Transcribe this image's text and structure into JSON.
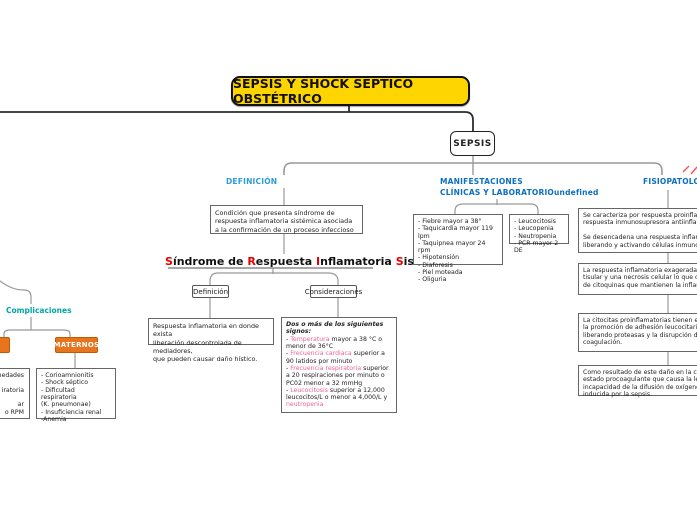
{
  "colors": {
    "root_fill": "#FFD500",
    "branch_blue": "#0B6FC2",
    "branch_blue_light": "#2E9AD6",
    "teal": "#00A6A6",
    "orange": "#E8741E",
    "pink": "#EE6590",
    "red": "#E60000"
  },
  "title": "SEPSIS Y SHOCK SÉPTICO OBSTÉTRICO",
  "root_child": "SEPSIS",
  "definicion": {
    "label": "DEFINICIÓN",
    "intro_lines": [
      "Condición que presenta síndrome de",
      "respuesta inflamatoria sistémica asociada",
      "a la confirmación de un proceso infeccioso"
    ],
    "sirs_title": [
      {
        "t": "S",
        "c": "red"
      },
      {
        "t": "índrome de ",
        "c": ""
      },
      {
        "t": "R",
        "c": "red"
      },
      {
        "t": "espuesta ",
        "c": ""
      },
      {
        "t": "I",
        "c": "red"
      },
      {
        "t": "nflamatoria ",
        "c": ""
      },
      {
        "t": "S",
        "c": "red"
      },
      {
        "t": "istémica",
        "c": ""
      }
    ],
    "def_node": "Definición",
    "cons_node": "Consideraciones",
    "def_text_lines": [
      "Respuesta inflamatoria en donde exista",
      "liberación descontrolada de mediadores,",
      "que pueden causar daño hístico."
    ],
    "cons_heading": "Dos o más de los siguientes signos:",
    "cons_items": [
      [
        {
          "t": "- ",
          "c": ""
        },
        {
          "t": "Temperatura",
          "c": "pink"
        },
        {
          "t": " mayor a 38 °C o menor de 36°C",
          "c": ""
        }
      ],
      [
        {
          "t": "- ",
          "c": ""
        },
        {
          "t": "Frecuencia cardiaca",
          "c": "pink"
        },
        {
          "t": " superior a 90 latidos por minuto",
          "c": ""
        }
      ],
      [
        {
          "t": "- ",
          "c": ""
        },
        {
          "t": "Frecuencia respiratoria",
          "c": "pink"
        },
        {
          "t": " superior a 20 respiraciones por minuto o PC02 menor a 32 mmHg",
          "c": ""
        }
      ],
      [
        {
          "t": "- ",
          "c": ""
        },
        {
          "t": "Leucocitosis",
          "c": "pink"
        },
        {
          "t": " superior a 12,000 leucocitos/L o menor a 4,000/L y ",
          "c": ""
        },
        {
          "t": "neutropenia",
          "c": "pink"
        }
      ]
    ]
  },
  "manifestaciones": {
    "label_line1": "MANIFESTACIONES",
    "label_line2": "CLÍNICAS Y LABORATORIOundefined",
    "clinical_lines": [
      "- Fiebre mayor a 38°",
      "- Taquicardia mayor 119 lpm",
      "- Taquipnea mayor 24 rpm",
      "- Hipotensión",
      "- Diaforesis",
      "- Piel moteada",
      "- Oliguria"
    ],
    "lab_lines": [
      "- Leucocitosis",
      "- Leucopenia",
      "- Neutropenia",
      "- PCR mayor 2 DE"
    ]
  },
  "fisiopatologia": {
    "label": "FISIOPATOLOGÍA",
    "box1_lines": [
      "Se caracteriza por respuesta proinflamat",
      "respuesta inmunosupresora antiinflamato",
      "",
      "Se desencadena una respuesta inflamato",
      "liberando y activando células inmunológi"
    ],
    "box2_lines": [
      "La respuesta inflamatoria exagerada va a",
      "tisular y una necrosis celular lo que dese",
      "de citoquinas que mantienen la inflamaci"
    ],
    "box3_lines": [
      "La citocitas proinflamatorias tienen efect",
      "la promoción de adhesión leucocitaria a l",
      "liberando proteasas y la disrupción de la",
      "coagulación."
    ],
    "box4_lines": [
      "Como resultado de este daño en la coagu",
      "estado procoagulante que causa la lesión",
      "incapacidad de la difusión de oxígeno y d",
      "inducida por la sepsis."
    ]
  },
  "complicaciones": {
    "label": "Complicaciones",
    "maternos_label": "MATERNOS",
    "maternos_lines": [
      "- Corioamnionitis",
      "- Shock séptico",
      "- Dificultad respiratoria",
      "(K. pneumonae)",
      "- Insuficiencia renal",
      "-Anemia"
    ],
    "fetales_fragment_lines": [
      "rmedades",
      "",
      "iratoria",
      "",
      "ar",
      "o RPM"
    ]
  }
}
